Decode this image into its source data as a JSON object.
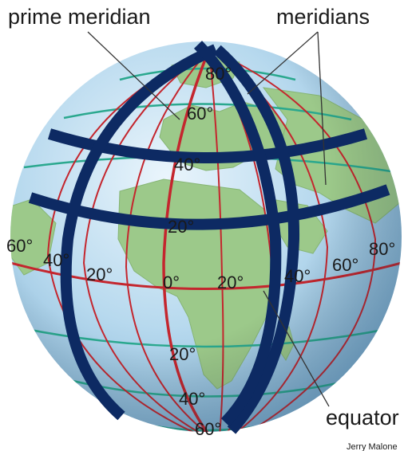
{
  "labels": {
    "prime_meridian": "prime meridian",
    "meridians": "meridians",
    "equator": "equator",
    "credit": "Jerry Malone"
  },
  "degree_labels": {
    "lat_north_80": "80°",
    "lat_north_60": "60°",
    "lat_north_40": "40°",
    "lat_north_20": "20°",
    "lat_south_20": "20°",
    "lat_south_40": "40°",
    "lat_south_60": "60°",
    "lon_west_60": "60°",
    "lon_west_40": "40°",
    "lon_west_20": "20°",
    "lon_0": "0°",
    "lon_east_20": "20°",
    "lon_east_40": "40°",
    "lon_east_60": "60°",
    "lon_east_80": "80°"
  },
  "colors": {
    "ocean": "#a9cfe6",
    "land": "#9cc98a",
    "meridian_lines": "#c4262e",
    "latitude_lines": "#2aa88e",
    "highlight_bands": "#0d2a63"
  }
}
